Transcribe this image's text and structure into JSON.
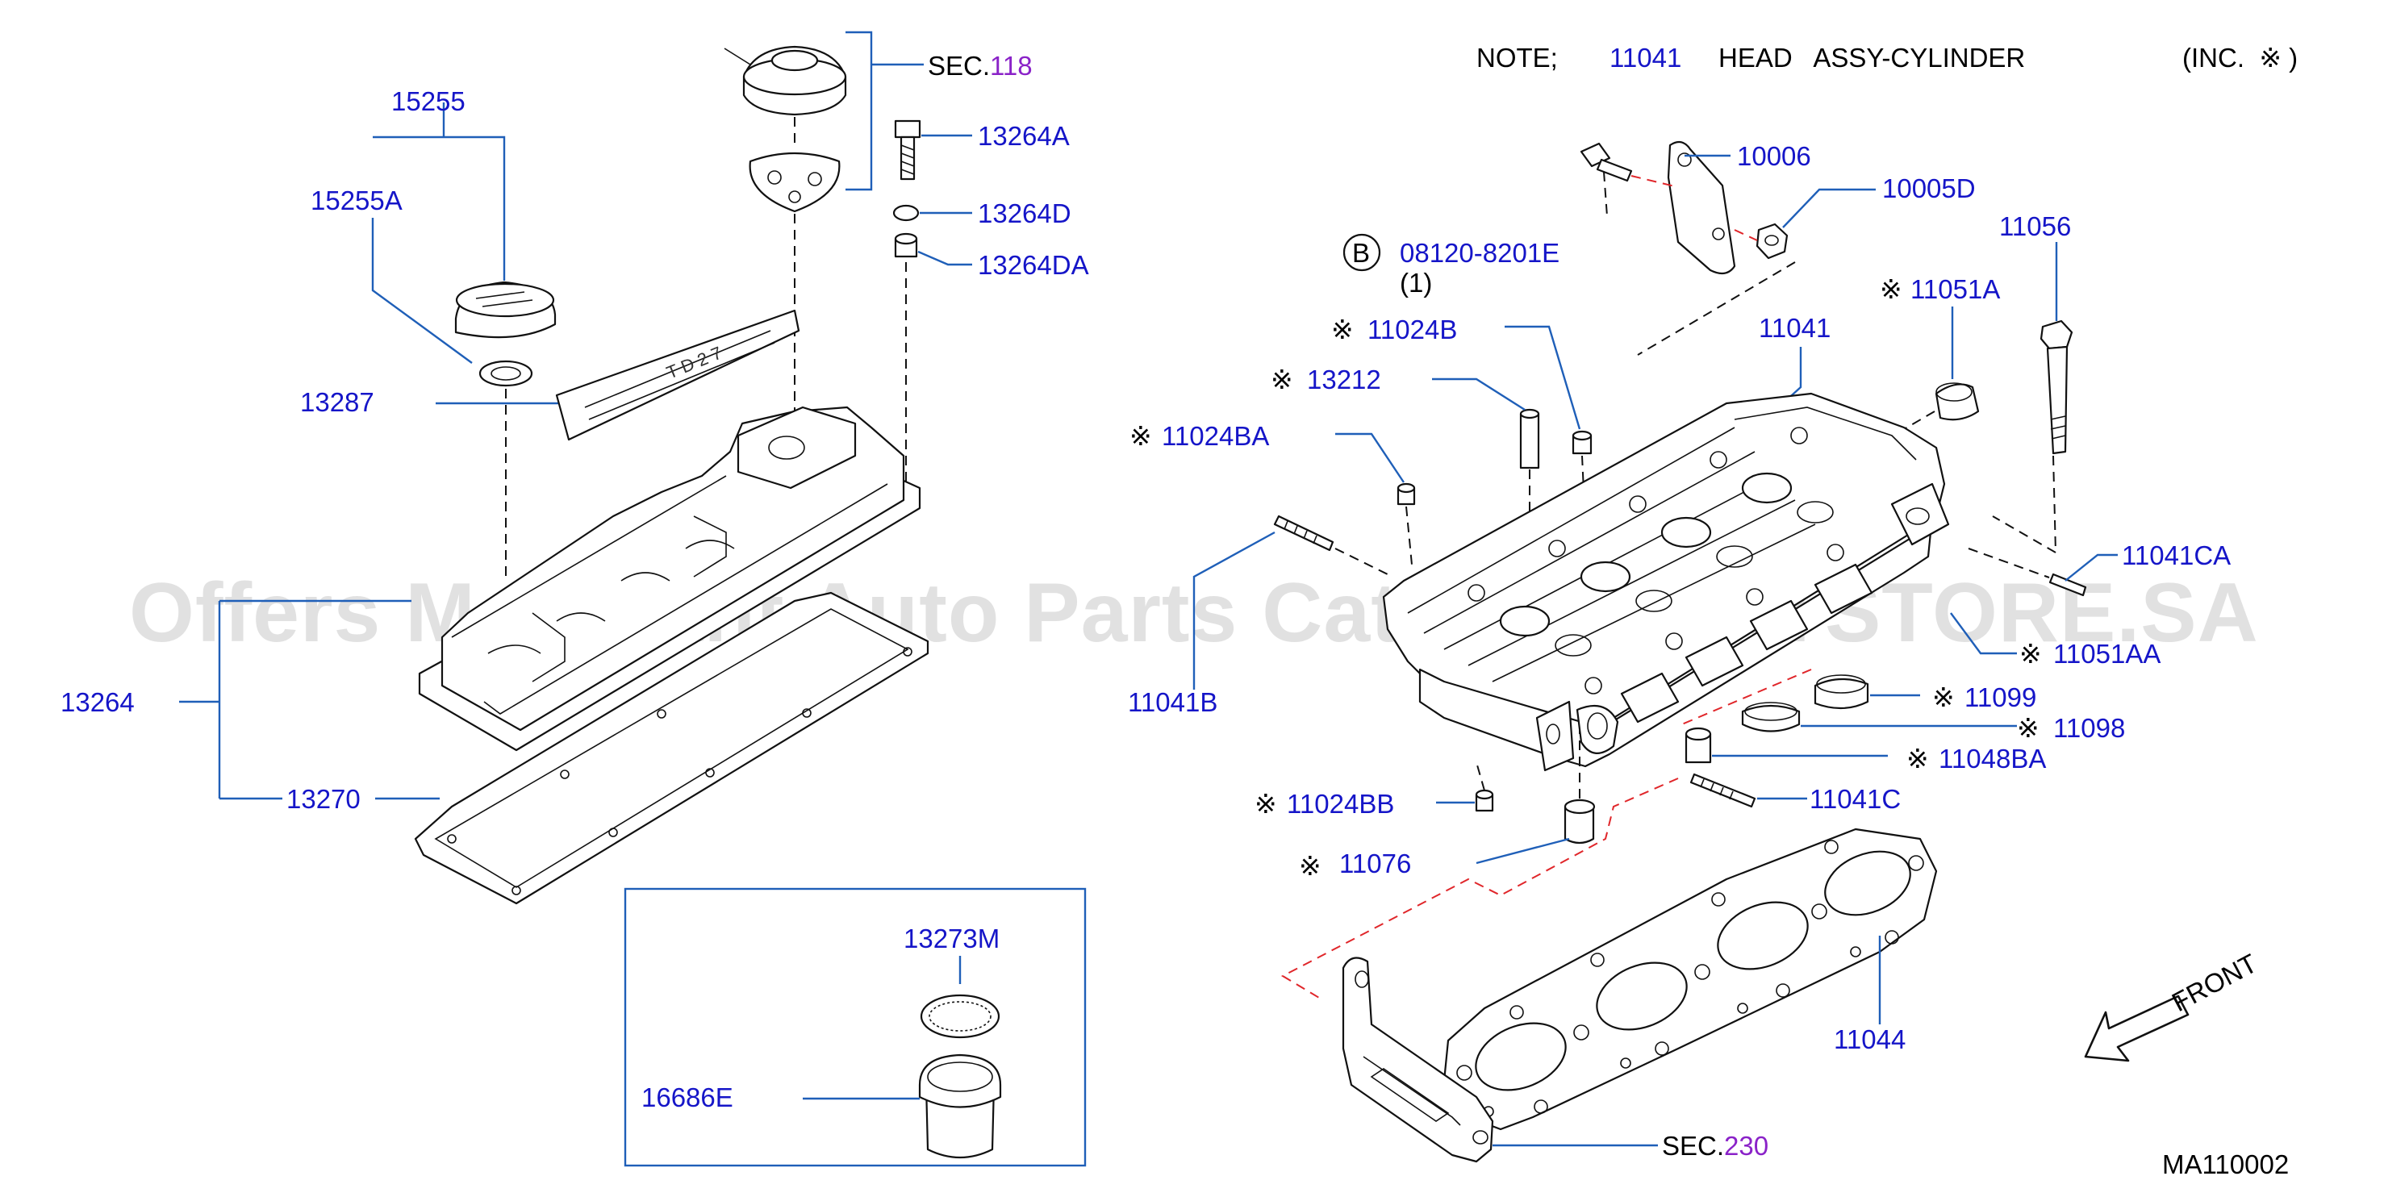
{
  "watermark": "Offers Merchant Auto Parts Catalog PARTSTORE.SA",
  "note": {
    "prefix": "NOTE;",
    "part": "11041",
    "text": "HEAD   ASSY-CYLINDER",
    "inc": "(INC.  ※ )"
  },
  "figure_code": "MA110002",
  "front_label": "FRONT",
  "mark": "※",
  "bolt_callout": {
    "circle": "B",
    "number": "08120-8201E",
    "qty": "(1)"
  },
  "sec_links": [
    {
      "prefix": "SEC.",
      "num": "118"
    },
    {
      "prefix": "SEC.",
      "num": "230"
    }
  ],
  "callouts": {
    "p15255": "15255",
    "p15255A": "15255A",
    "p13287": "13287",
    "p13264": "13264",
    "p13270": "13270",
    "p13264A": "13264A",
    "p13264D": "13264D",
    "p13264DA": "13264DA",
    "p13273M": "13273M",
    "p16686E": "16686E",
    "p10006": "10006",
    "p10005D": "10005D",
    "p11056": "11056",
    "p11051A": "11051A",
    "p11041": "11041",
    "p11024B": "11024B",
    "p13212": "13212",
    "p11024BA": "11024BA",
    "p11041B": "11041B",
    "p11041CA": "11041CA",
    "p11051AA": "11051AA",
    "p11099": "11099",
    "p11098": "11098",
    "p11048BA": "11048BA",
    "p11041C": "11041C",
    "p11024BB": "11024BB",
    "p11076": "11076",
    "p11044": "11044"
  },
  "colors": {
    "part_number": "#1515c8",
    "leader": "#1f5fb8",
    "section_link": "#8a22c8",
    "alignment_dash": "#e0262a"
  }
}
